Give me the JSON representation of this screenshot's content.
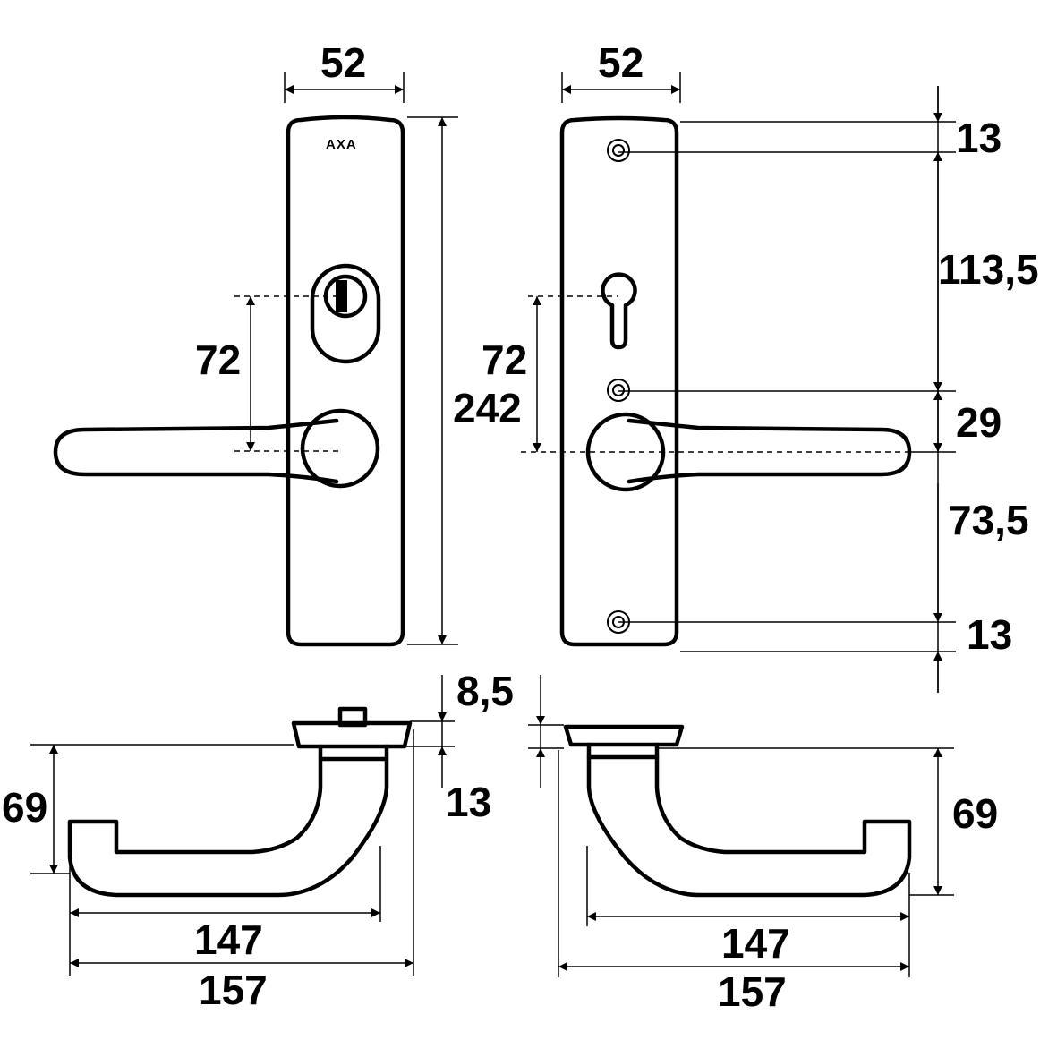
{
  "brand": {
    "logo_text": "AXA"
  },
  "dimensions": {
    "left_plate_width": "52",
    "right_plate_width": "52",
    "left_distance": "72",
    "right_distance": "72",
    "plate_height": "242",
    "top_to_screw": "13",
    "screw_spacing_upper": "113,5",
    "screw_to_handle": "29",
    "handle_to_screw": "73,5",
    "bottom_screw_margin": "13",
    "rose_thickness": "8,5",
    "neck_gap": "13",
    "left_handle_height": "69",
    "right_handle_height": "69",
    "left_handle_length": "147",
    "left_overall_length": "157",
    "right_handle_length": "147",
    "right_overall_length": "157"
  }
}
